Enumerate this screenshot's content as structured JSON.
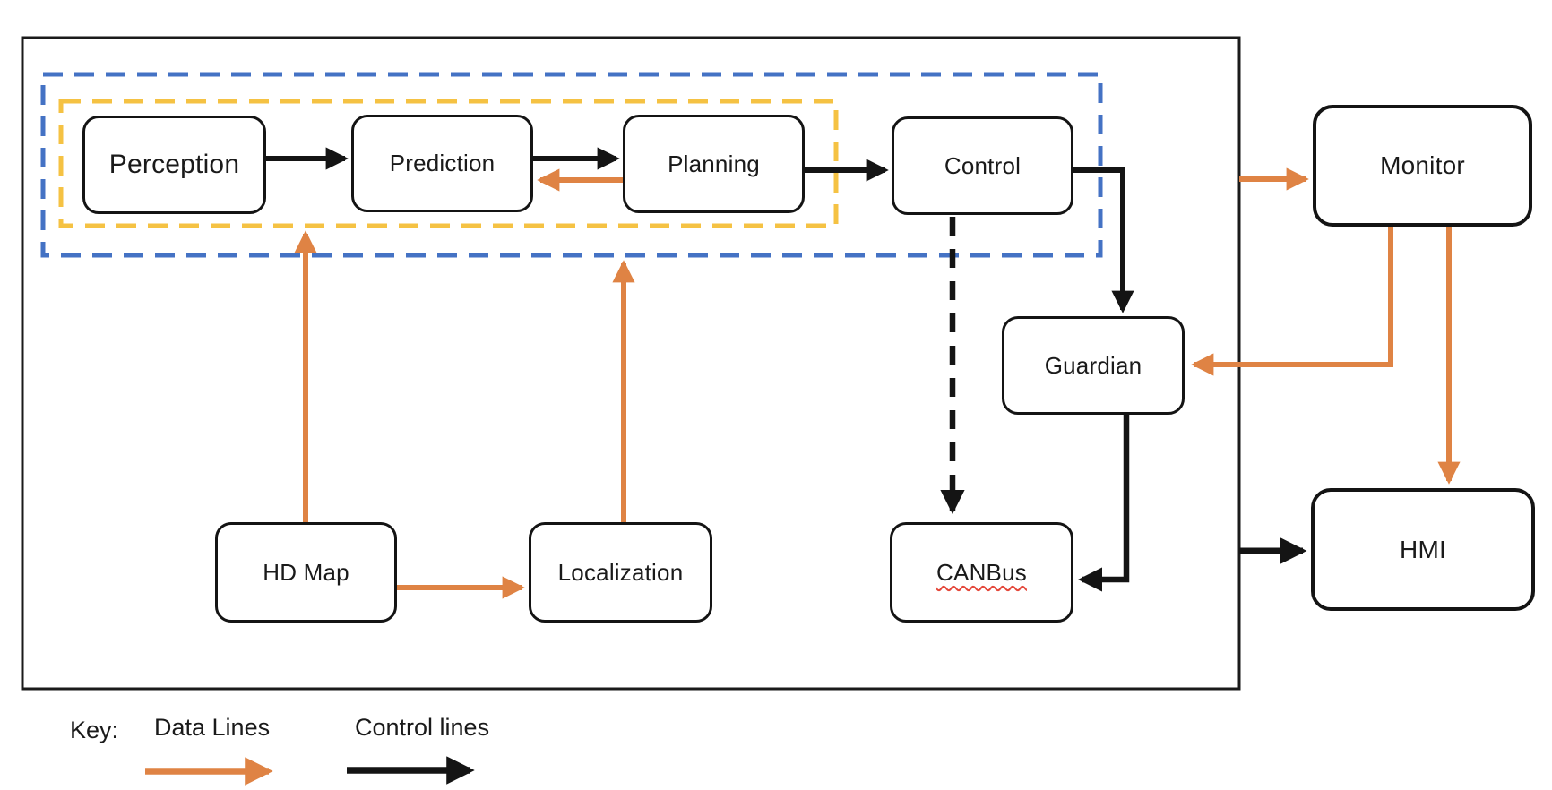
{
  "boxes": {
    "perception": {
      "label": "Perception"
    },
    "prediction": {
      "label": "Prediction"
    },
    "planning": {
      "label": "Planning"
    },
    "control": {
      "label": "Control"
    },
    "guardian": {
      "label": "Guardian"
    },
    "canbus": {
      "label": "CANBus"
    },
    "hdmap": {
      "label": "HD Map"
    },
    "localization": {
      "label": "Localization"
    },
    "monitor": {
      "label": "Monitor"
    },
    "hmi": {
      "label": "HMI"
    }
  },
  "key": {
    "label": "Key:",
    "data_lines_label": "Data Lines",
    "control_lines_label": "Control lines"
  },
  "colors": {
    "data_line_orange": "#DF8344",
    "control_line_black": "#141414",
    "outer_group_dashed_blue": "#4472C4",
    "inner_group_dashed_yellow": "#F5C243",
    "spellcheck_underline_red": "#E4473A",
    "background": "#FFFFFF"
  },
  "edges": [
    {
      "from": "Perception",
      "to": "Prediction",
      "type": "control"
    },
    {
      "from": "Prediction",
      "to": "Planning",
      "type": "control"
    },
    {
      "from": "Planning",
      "to": "Prediction",
      "type": "data"
    },
    {
      "from": "Planning",
      "to": "Control",
      "type": "control"
    },
    {
      "from": "Control",
      "to": "Guardian",
      "type": "control"
    },
    {
      "from": "Control",
      "to": "CANBus",
      "type": "control-dashed"
    },
    {
      "from": "Guardian",
      "to": "CANBus",
      "type": "control"
    },
    {
      "from": "HD Map",
      "to": "Perception",
      "type": "data"
    },
    {
      "from": "HD Map",
      "to": "Localization",
      "type": "data"
    },
    {
      "from": "Localization",
      "to": "Planning-group",
      "type": "data"
    },
    {
      "from": "outer-box",
      "to": "Monitor",
      "type": "data"
    },
    {
      "from": "Monitor",
      "to": "Guardian",
      "type": "data"
    },
    {
      "from": "Monitor",
      "to": "HMI",
      "type": "data"
    },
    {
      "from": "outer-box",
      "to": "HMI",
      "type": "control"
    }
  ]
}
